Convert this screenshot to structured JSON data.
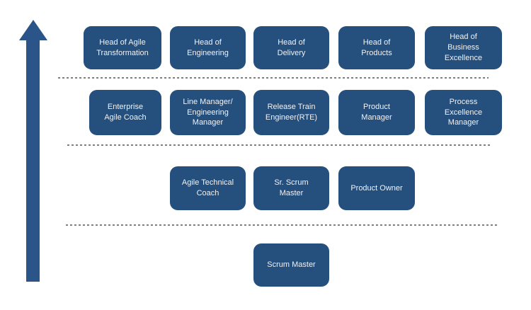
{
  "colors": {
    "box_fill": "#25507e",
    "arrow_fill": "#2b5588",
    "separator": "#7f7f7f",
    "box_text": "#f2f2f2",
    "background": "#ffffff"
  },
  "icons": {
    "arrow": "upward-growth-arrow"
  },
  "levels": [
    {
      "boxes": [
        "Head of Agile Transformation",
        "Head of Engineering",
        "Head of Delivery",
        "Head of Products",
        "Head of Business Excellence"
      ]
    },
    {
      "boxes": [
        "Enterprise Agile Coach",
        "Line Manager/ Engineering Manager",
        "Release Train Engineer(RTE)",
        "Product Manager",
        "Process Excellence Manager"
      ]
    },
    {
      "boxes": [
        "Agile Technical Coach",
        "Sr. Scrum Master",
        "Product Owner"
      ]
    },
    {
      "boxes": [
        "Scrum Master"
      ]
    }
  ]
}
